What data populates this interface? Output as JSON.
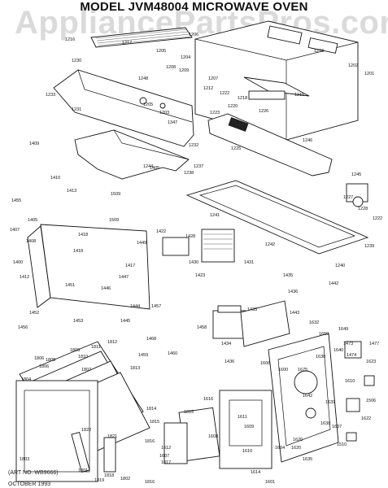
{
  "title": "MODEL JVM48004 MICROWAVE OVEN",
  "watermark": "AppliancePartsPros.com",
  "art_no": "(ART NO. WB9666)",
  "footer_date": "OCTOBER 1993",
  "part_labels": [
    "1216",
    "1217",
    "1206",
    "1205",
    "1204",
    "1208",
    "1209",
    "1230",
    "1233",
    "1231",
    "1248",
    "1210",
    "1202",
    "1201",
    "1207",
    "1212",
    "1222",
    "1223",
    "1218",
    "1220",
    "1215",
    "1226",
    "1225",
    "1246",
    "1232",
    "1205",
    "1203",
    "1347",
    "1409",
    "1405",
    "1410",
    "1455",
    "1413",
    "1407",
    "1405",
    "1408",
    "1509",
    "1509",
    "1244",
    "1238",
    "1237",
    "1245",
    "1227",
    "1228",
    "1222",
    "1241",
    "1239",
    "1242",
    "1240",
    "1418",
    "1422",
    "1428",
    "1449",
    "1418",
    "1417",
    "1400",
    "1412",
    "1451",
    "1446",
    "1447",
    "1431",
    "1430",
    "1423",
    "1435",
    "1436",
    "1442",
    "1452",
    "1453",
    "1456",
    "1457",
    "1445",
    "1443",
    "1434",
    "1433",
    "1444",
    "1436",
    "1458",
    "1468",
    "1459",
    "1460",
    "1811",
    "1812",
    "1808",
    "1806",
    "1804",
    "1809",
    "1810",
    "1807",
    "1813",
    "1814",
    "1815",
    "1816",
    "1802",
    "1803",
    "1822",
    "1801",
    "1821",
    "1806",
    "1818",
    "1819",
    "1816",
    "1817",
    "1620",
    "1606",
    "1616",
    "1815",
    "1632",
    "1650",
    "1649",
    "1477",
    "1630",
    "1640",
    "1474",
    "1473",
    "1675",
    "1623",
    "1604",
    "1610",
    "1614",
    "1611",
    "1612",
    "1607",
    "1608",
    "1609",
    "1601",
    "1642",
    "1600",
    "1638",
    "1637",
    "1639",
    "1622",
    "1610",
    "1506",
    "1510",
    "1620",
    "1635"
  ]
}
